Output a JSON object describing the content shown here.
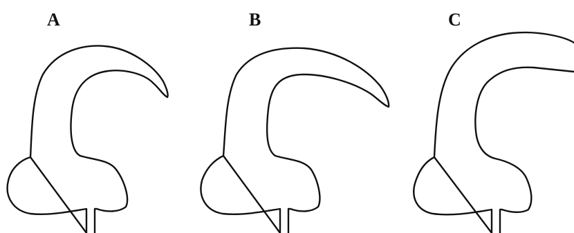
{
  "panels": [
    {
      "label": "A"
    },
    {
      "label": "B"
    },
    {
      "label": "C"
    }
  ],
  "colors": {
    "background": "#ffffff",
    "outline": "#111111",
    "text": "#111111"
  }
}
